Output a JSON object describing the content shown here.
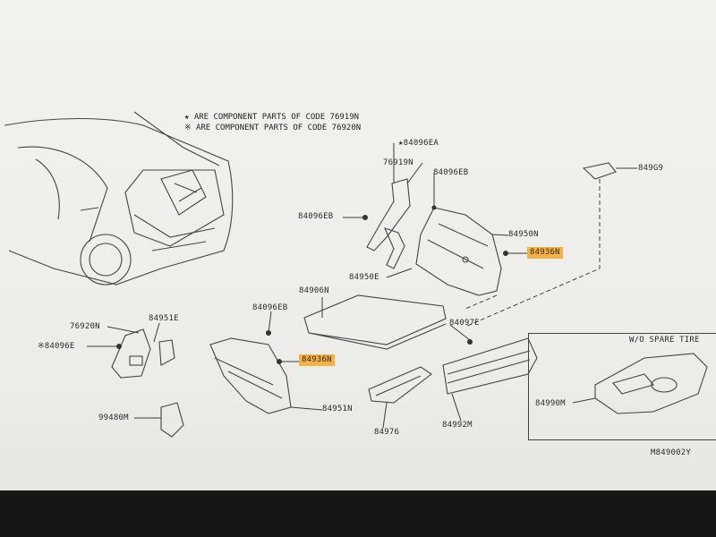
{
  "notes": {
    "star": "★ ARE COMPONENT PARTS OF CODE 76919N",
    "asterisk": "※ ARE COMPONENT PARTS OF CODE 76920N"
  },
  "labels": {
    "p84096EA": "★84096EA",
    "p76919N": "76919N",
    "p84096EB_top": "84096EB",
    "p84096EB_left": "84096EB",
    "p84950N": "84950N",
    "p84936N_right": "84936N",
    "p84950E": "84950E",
    "p84906N": "84906N",
    "p84096EB_mid": "84096EB",
    "p84097E": "84097E",
    "p84936N_mid": "84936N",
    "p76920N": "76920N",
    "p84951E": "84951E",
    "p84096E": "※84096E",
    "p99480M": "99480M",
    "p84951N": "84951N",
    "p84976": "84976",
    "p84992M": "84992M",
    "p849G9": "849G9",
    "p84990M": "84990M"
  },
  "inset": {
    "title": "W/O SPARE TIRE"
  },
  "diagram_code": "M849002Y",
  "colors": {
    "highlight": "#f2b244",
    "line": "#3b3b3b"
  }
}
